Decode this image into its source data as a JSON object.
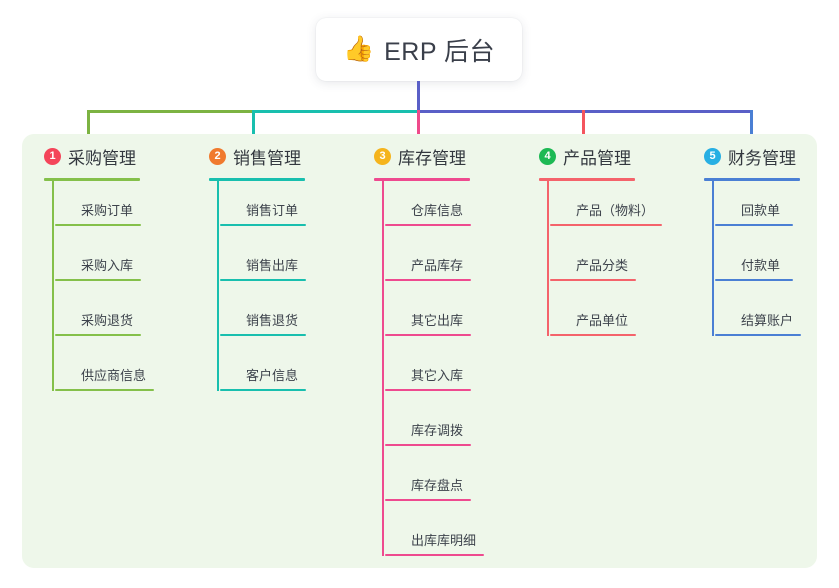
{
  "root": {
    "emoji": "👍",
    "emoji_name": "thumbs-up-icon",
    "title": "ERP 后台"
  },
  "colors": {
    "canvas": "#ffffff",
    "panel": "#eef7ea",
    "card": "#ffffff",
    "text": "#33383f",
    "leaf_text": "#3d434c",
    "bus_green": "#7cb342",
    "bus_teal": "#18bfae",
    "bus_purple": "#5a5fc7",
    "drop_pink": "#ef4a8b",
    "drop_red": "#f4555e",
    "drop_blue": "#4a7fd4",
    "root_stem": "#5a5fc7"
  },
  "branches": [
    {
      "number": "1",
      "title": "采购管理",
      "badge_color": "#f4455a",
      "accent": "#84c04a",
      "items": [
        "采购订单",
        "采购入库",
        "采购退货",
        "供应商信息"
      ]
    },
    {
      "number": "2",
      "title": "销售管理",
      "badge_color": "#f07a2e",
      "accent": "#18bfae",
      "items": [
        "销售订单",
        "销售出库",
        "销售退货",
        "客户信息"
      ]
    },
    {
      "number": "3",
      "title": "库存管理",
      "badge_color": "#f5b41d",
      "accent": "#ee4a8f",
      "items": [
        "仓库信息",
        "产品库存",
        "其它出库",
        "其它入库",
        "库存调拨",
        "库存盘点",
        "出库库明细"
      ]
    },
    {
      "number": "4",
      "title": "产品管理",
      "badge_color": "#1db954",
      "accent": "#f4636b",
      "items": [
        "产品（物料）",
        "产品分类",
        "产品单位"
      ]
    },
    {
      "number": "5",
      "title": "财务管理",
      "badge_color": "#27afe3",
      "accent": "#4a7fd4",
      "items": [
        "回款单",
        "付款单",
        "结算账户"
      ]
    }
  ]
}
